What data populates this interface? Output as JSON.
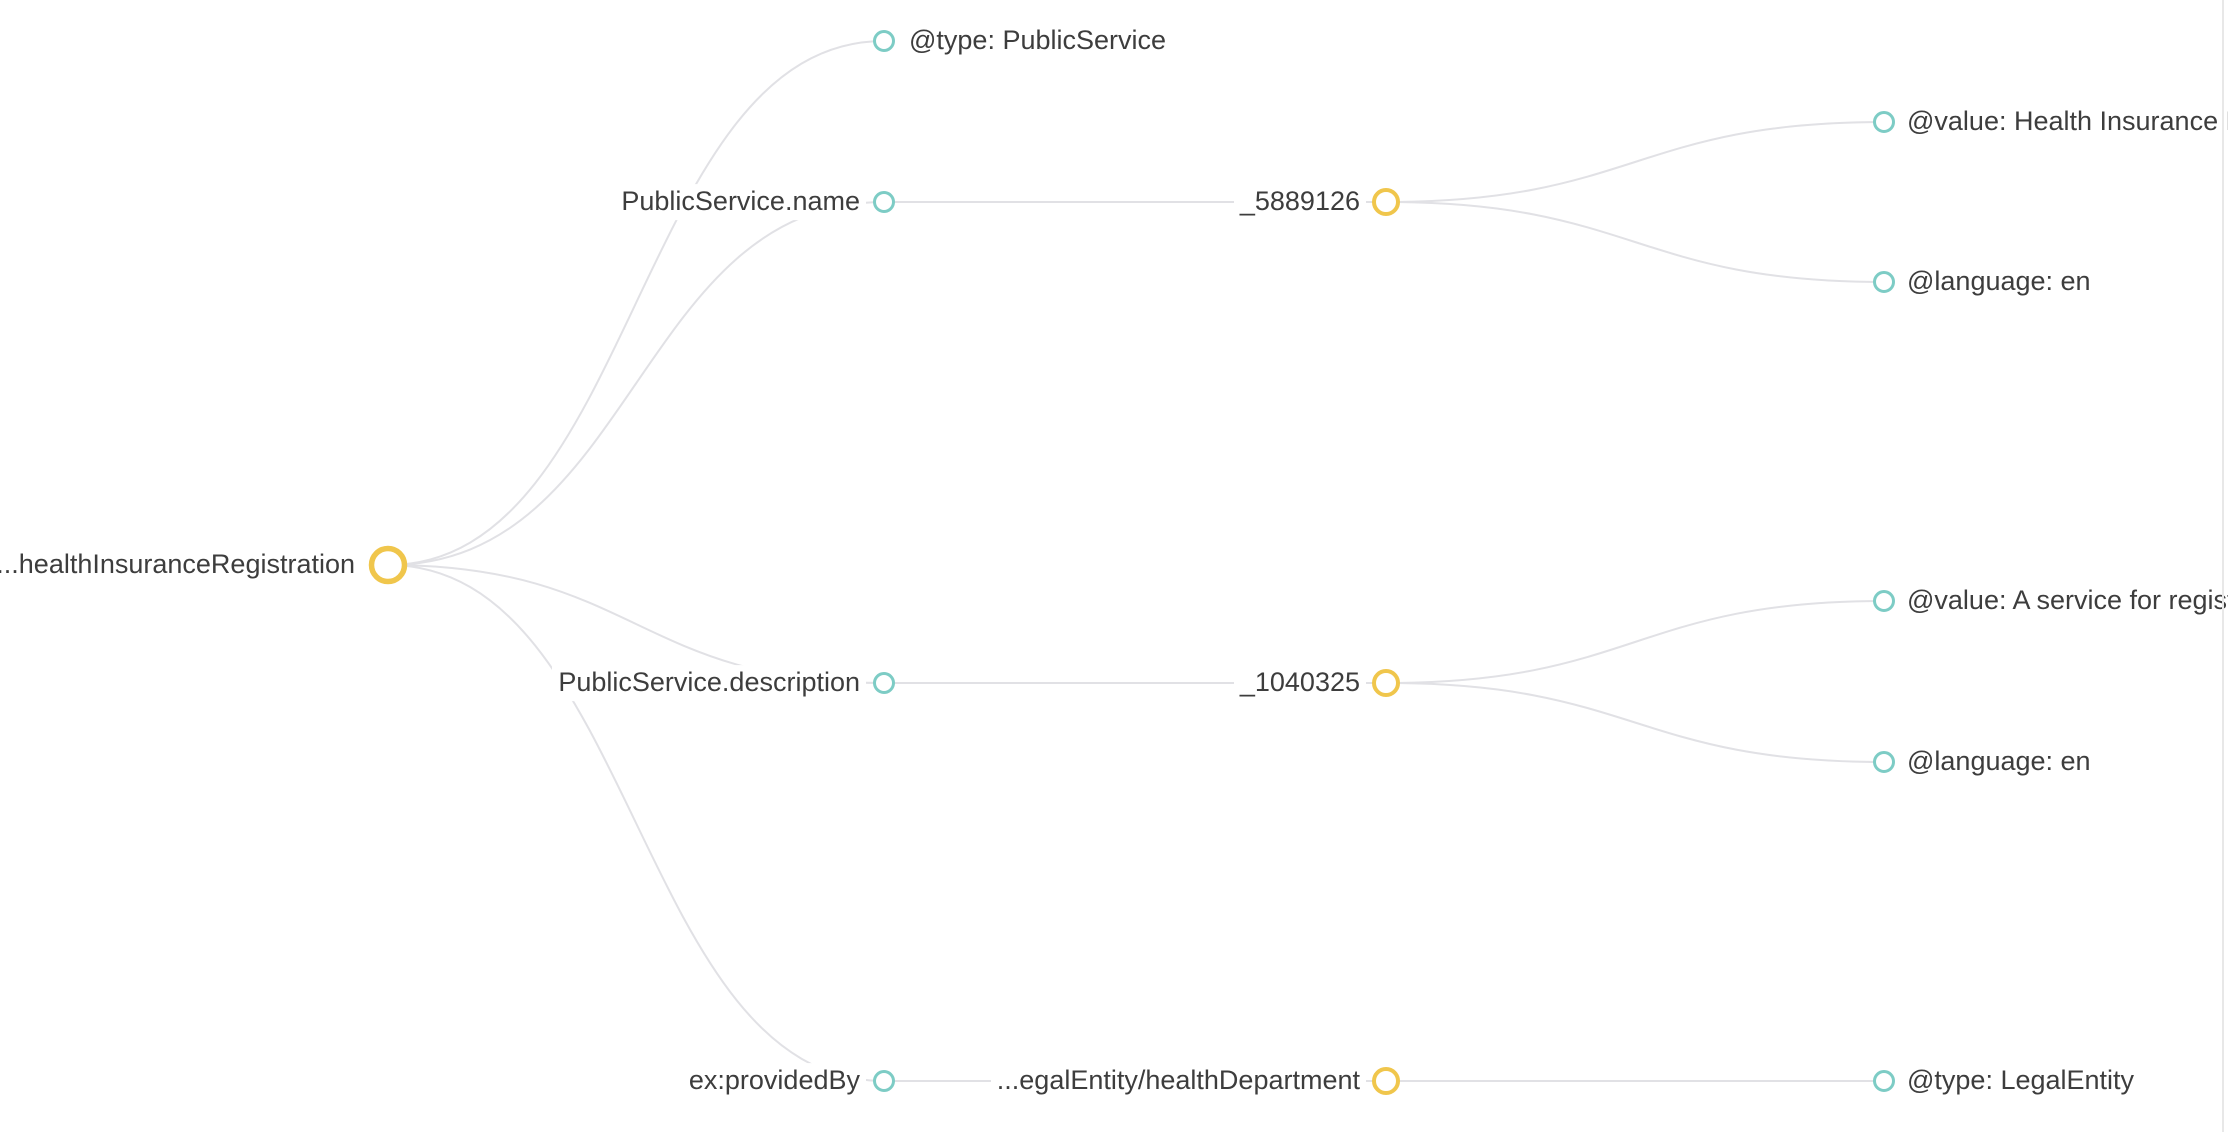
{
  "colors": {
    "ring_resource": "#F0C64C",
    "ring_literal": "#7DCCC5",
    "link": "#E1E1E5",
    "text": "#3D3D3D",
    "bg": "#FFFFFF",
    "divider": "#E8E8E8"
  },
  "nodes": {
    "root": {
      "label": "...healthInsuranceRegistration",
      "kind": "resource"
    },
    "type_public_service": {
      "label": "@type: PublicService",
      "kind": "literal"
    },
    "name_predicate": {
      "label": "PublicService.name",
      "kind": "predicate"
    },
    "name_bnode": {
      "label": "_5889126",
      "kind": "blank-node"
    },
    "name_value": {
      "label": "@value: Health Insurance Reg",
      "kind": "literal",
      "clipped": true
    },
    "name_language": {
      "label": "@language: en",
      "kind": "literal"
    },
    "description_predicate": {
      "label": "PublicService.description",
      "kind": "predicate"
    },
    "description_bnode": {
      "label": "_1040325",
      "kind": "blank-node"
    },
    "description_value": {
      "label": "@value: A service for register",
      "kind": "literal",
      "clipped": true
    },
    "description_language": {
      "label": "@language: en",
      "kind": "literal"
    },
    "provided_by_predicate": {
      "label": "ex:providedBy",
      "kind": "predicate"
    },
    "provided_by_resource": {
      "label": "...egalEntity/healthDepartment",
      "kind": "resource"
    },
    "legal_entity_type": {
      "label": "@type: LegalEntity",
      "kind": "literal"
    }
  },
  "edges": [
    [
      "root",
      "type_public_service"
    ],
    [
      "root",
      "name_predicate"
    ],
    [
      "name_predicate",
      "name_bnode"
    ],
    [
      "name_bnode",
      "name_value"
    ],
    [
      "name_bnode",
      "name_language"
    ],
    [
      "root",
      "description_predicate"
    ],
    [
      "description_predicate",
      "description_bnode"
    ],
    [
      "description_bnode",
      "description_value"
    ],
    [
      "description_bnode",
      "description_language"
    ],
    [
      "root",
      "provided_by_predicate"
    ],
    [
      "provided_by_predicate",
      "provided_by_resource"
    ],
    [
      "provided_by_resource",
      "legal_entity_type"
    ]
  ]
}
